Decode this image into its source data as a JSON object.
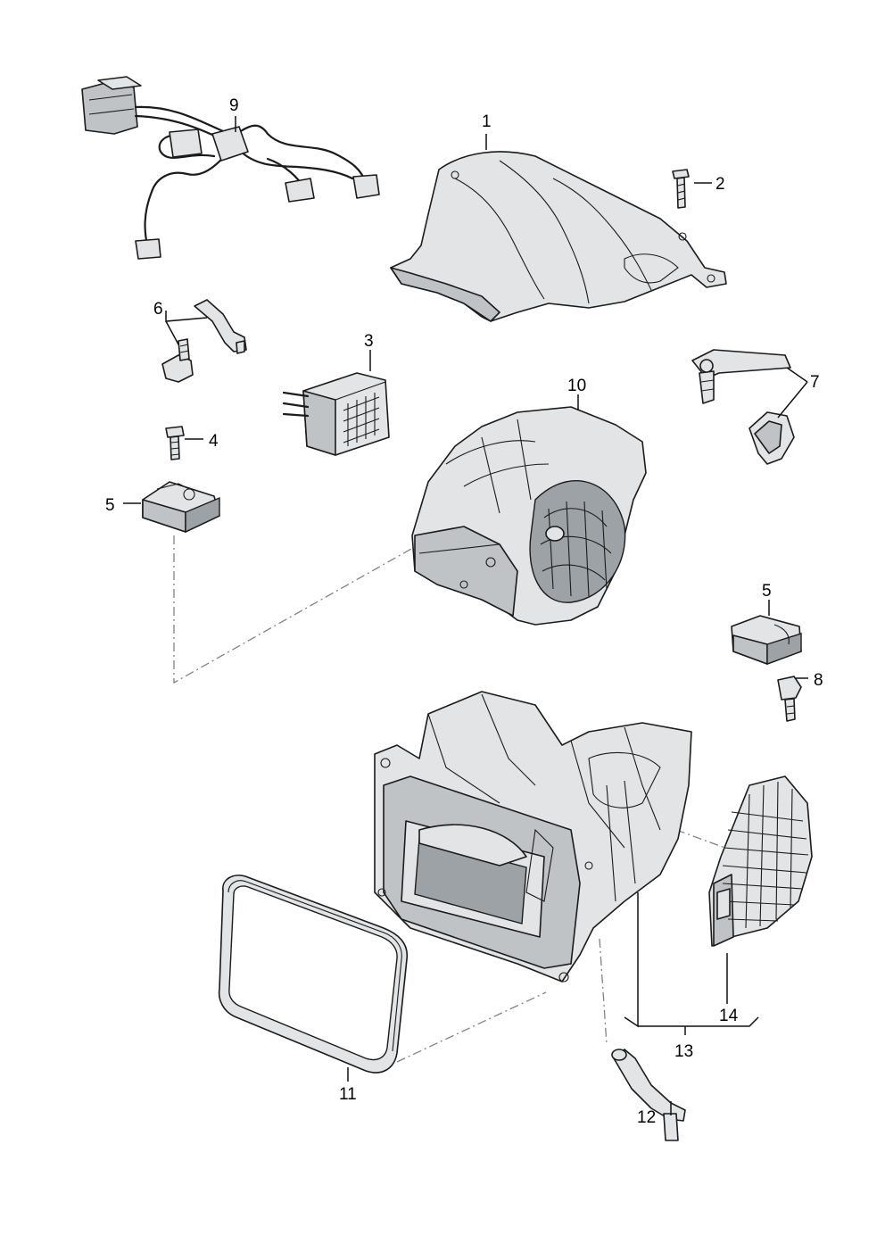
{
  "callouts": {
    "c1": "1",
    "c2": "2",
    "c3": "3",
    "c4": "4",
    "c5a": "5",
    "c5b": "5",
    "c6": "6",
    "c7": "7",
    "c8": "8",
    "c9": "9",
    "c10": "10",
    "c11": "11",
    "c12": "12",
    "c13": "13",
    "c14": "14"
  },
  "colors": {
    "part_fill": "#e2e4e6",
    "part_outline": "#1b1b1b",
    "assembly_line": "#7e8488"
  }
}
